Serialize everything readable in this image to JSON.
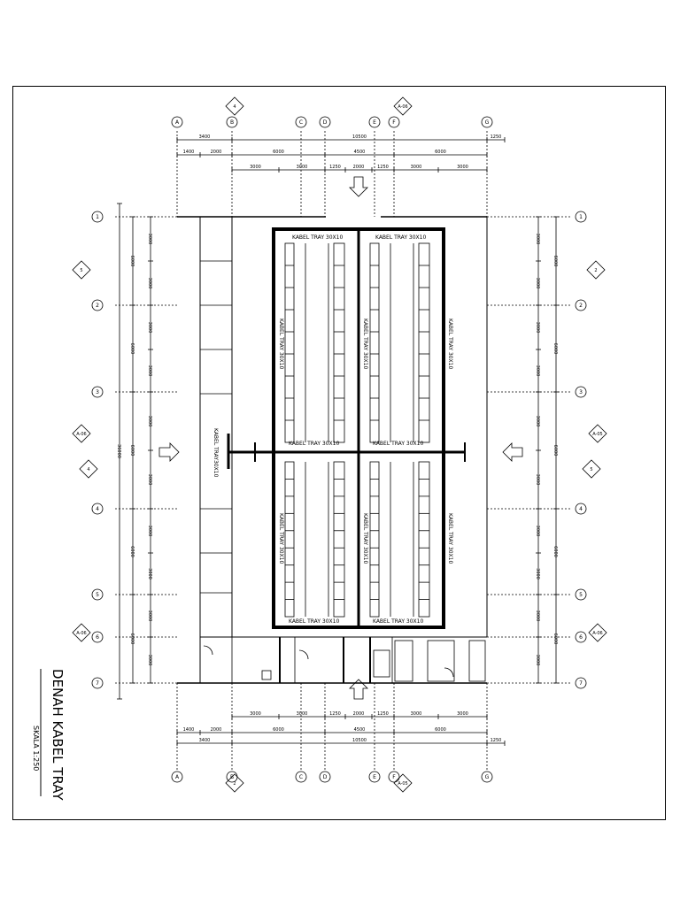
{
  "drawing": {
    "title": "DENAH KABEL TRAY",
    "scale": "SKALA 1:250"
  },
  "grid_letters": [
    "A",
    "B",
    "C",
    "D",
    "E",
    "F",
    "G"
  ],
  "grid_numbers": [
    "1",
    "2",
    "3",
    "4",
    "5",
    "6",
    "7"
  ],
  "dims": {
    "top_outer": [
      "3400",
      "10500",
      "1250"
    ],
    "top_mid": [
      "1400",
      "2000",
      "6000",
      "4500",
      "6000"
    ],
    "top_inner": [
      "3000",
      "3000",
      "1250",
      "2000",
      "1250",
      "3000",
      "3000"
    ],
    "side_outer": [
      "3000",
      "3000",
      "3000",
      "3000",
      "3000",
      "3000"
    ],
    "side_mid": [
      "6000",
      "6000",
      "6000",
      "6000",
      "6000"
    ],
    "total": "36000",
    "edge": "1250"
  },
  "tray_labels": {
    "h": "KABEL TRAY  30X10",
    "v": "KABEL TRAY  30X10",
    "vshort": "30X10",
    "h2": "KABEL TRAY  30X10",
    "left": "KABEL TRAY"
  },
  "section_markers": [
    "4",
    "A-06",
    "2",
    "A-05",
    "5",
    "A-06"
  ],
  "colors": {
    "line": "#000000",
    "bg": "#ffffff"
  }
}
